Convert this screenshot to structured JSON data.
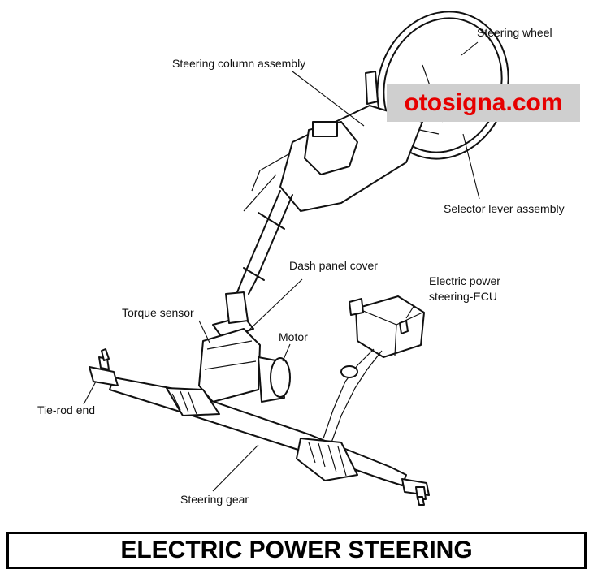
{
  "diagram": {
    "labels": {
      "steering_wheel": "Steering wheel",
      "steering_column": "Steering column assembly",
      "selector_lever": "Selector lever assembly",
      "dash_panel": "Dash panel cover",
      "ecu_line1": "Electric power",
      "ecu_line2": "steering-ECU",
      "torque_sensor": "Torque sensor",
      "motor": "Motor",
      "tie_rod": "Tie-rod end",
      "steering_gear": "Steering gear"
    },
    "watermark": "otosigna.com",
    "title": "ELECTRIC POWER STEERING",
    "colors": {
      "watermark_text": "#e60000",
      "watermark_bg": "#cfcfcf",
      "line": "#111111"
    }
  }
}
